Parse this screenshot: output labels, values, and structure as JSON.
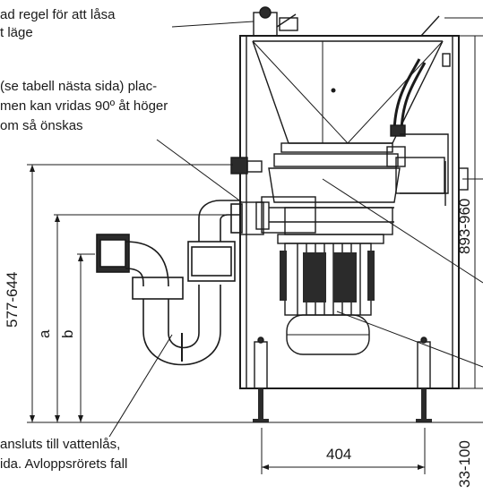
{
  "callouts": {
    "top_left": [
      "ad regel för att låsa",
      "t läge"
    ],
    "middle_left": [
      "(se tabell nästa sida) plac-",
      "men kan vridas 90º åt höger",
      "om så önskas"
    ],
    "bottom": [
      "ansluts till vattenlås,",
      "ida. Avloppsrörets fall"
    ]
  },
  "dimensions": {
    "height_total": "577-644",
    "height_a": "a",
    "height_b": "b",
    "width_base": "404",
    "height_right": "893-960",
    "foot_adjust": "33-100"
  },
  "colors": {
    "line": "#1a1a1a",
    "fill_dark": "#2b2b2b",
    "paper": "#ffffff"
  }
}
